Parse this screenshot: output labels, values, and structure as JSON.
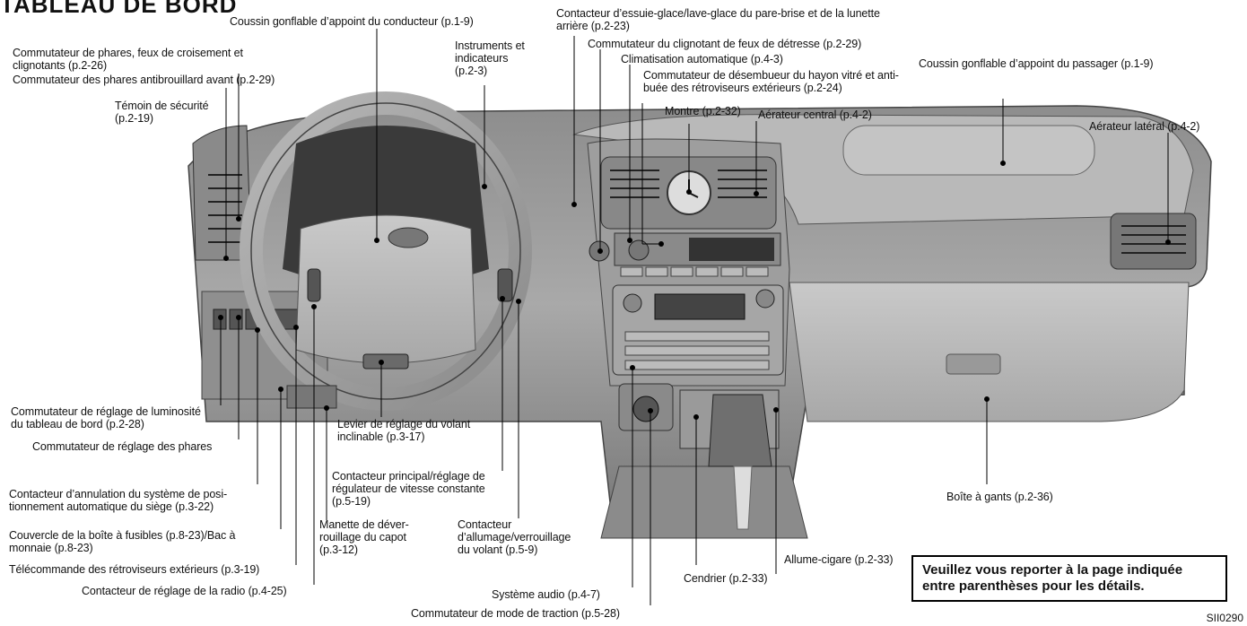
{
  "title": "TABLEAU DE BORD",
  "figure_code": "SII0290",
  "notice": "Veuillez vous reporter à la page indiquée\nentre parenthèses pour les détails.",
  "labels": {
    "driver_airbag": "Coussin gonflable d’appoint du conducteur (p.1-9)",
    "headlight_switch": "Commutateur de phares, feux de croisement et\nclignotants (p.2-26)",
    "front_fog": "Commutateur des phares antibrouillard avant (p.2-29)",
    "security_indicator": "Témoin de sécurité\n(p.2-19)",
    "gauges": "Instruments et\nindicateurs\n(p.2-3)",
    "wiper_switch": "Contacteur d’essuie-glace/lave-glace du pare-brise et de la lunette\narrière (p.2-23)",
    "hazard_switch": "Commutateur du clignotant de feux de détresse (p.2-29)",
    "climate_control": "Climatisation automatique (p.4-3)",
    "defroster_switch": "Commutateur de désembueur du hayon vitré et anti-\nbuée des rétroviseurs extérieurs (p.2-24)",
    "clock": "Montre (p.2-32)",
    "center_vent": "Aérateur central (p.4-2)",
    "passenger_airbag": "Coussin gonflable d’appoint du passager (p.1-9)",
    "side_vent": "Aérateur latéral (p.4-2)",
    "panel_dimmer": "Commutateur de réglage de luminosité\ndu tableau de bord (p.2-28)",
    "headlight_aim": "Commutateur de réglage des phares",
    "tilt_lever": "Levier de réglage du volant\ninclinable (p.3-17)",
    "cruise_switch": "Contacteur principal/réglage de\nrégulateur de vitesse constante\n(p.5-19)",
    "seat_cancel": "Contacteur d’annulation du système de posi-\ntionnement automatique du siège (p.3-22)",
    "hood_release": "Manette de déver-\nrouillage du capot\n(p.3-12)",
    "ignition": "Contacteur\nd’allumage/verrouillage\ndu volant (p.5-9)",
    "fuse_cover": "Couvercle de la boîte à fusibles (p.8-23)/Bac à\nmonnaie (p.8-23)",
    "mirror_remote": "Télécommande des rétroviseurs extérieurs (p.3-19)",
    "radio_switch": "Contacteur de réglage de la radio (p.4-25)",
    "audio": "Système audio (p.4-7)",
    "traction_switch": "Commutateur de mode de traction (p.5-28)",
    "ashtray": "Cendrier (p.2-33)",
    "lighter": "Allume-cigare (p.2-33)",
    "glove_box": "Boîte à gants (p.2-36)"
  }
}
